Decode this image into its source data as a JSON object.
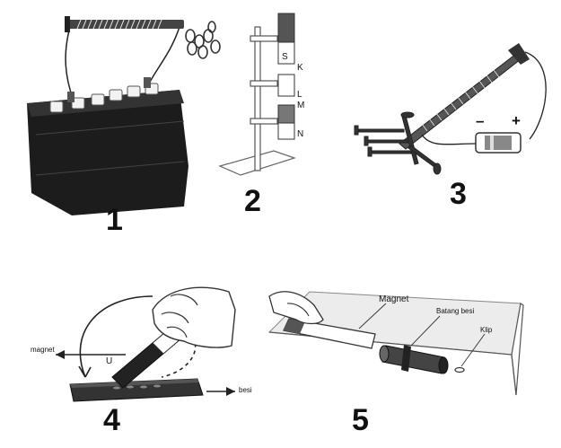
{
  "panels": [
    {
      "number": "1"
    },
    {
      "number": "2",
      "labels": {
        "s": "S",
        "k": "K",
        "l": "L",
        "m": "M",
        "n": "N"
      }
    },
    {
      "number": "3",
      "labels": {
        "minus": "–",
        "plus": "+"
      }
    },
    {
      "number": "4",
      "labels": {
        "magnet": "magnet",
        "u": "U",
        "besi": "besi"
      }
    },
    {
      "number": "5",
      "labels": {
        "magnet": "Magnet",
        "batang_besi": "Batang besi",
        "klip": "Klip"
      }
    }
  ]
}
